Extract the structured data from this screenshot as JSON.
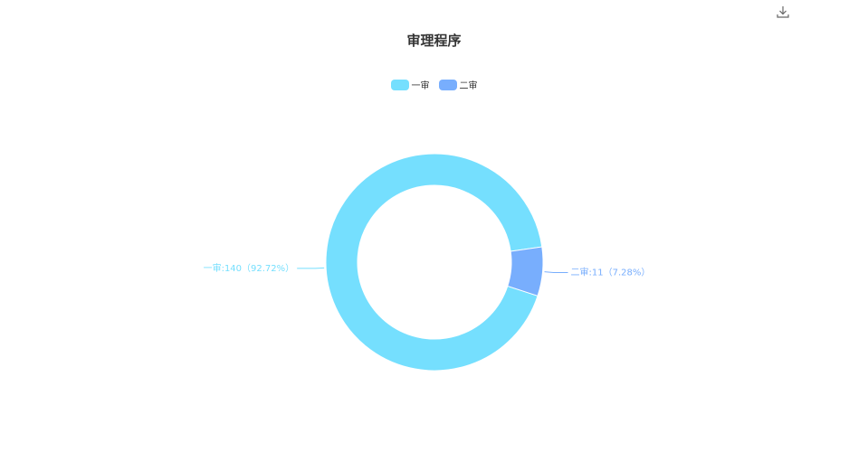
{
  "toolbar": {
    "download_icon": "download-icon"
  },
  "colors": {
    "series_0": "#75DFFE",
    "series_1": "#78AEFD",
    "title": "#333333"
  },
  "chart_data": {
    "type": "pie",
    "style": "donut",
    "title": "审理程序",
    "legend_position": "top-center",
    "categories": [
      "一审",
      "二审"
    ],
    "values": [
      140,
      11
    ],
    "percentages": [
      "92.72%",
      "7.28%"
    ],
    "labels": [
      "一审:140（92.72%）",
      "二审:11（7.28%）"
    ]
  }
}
